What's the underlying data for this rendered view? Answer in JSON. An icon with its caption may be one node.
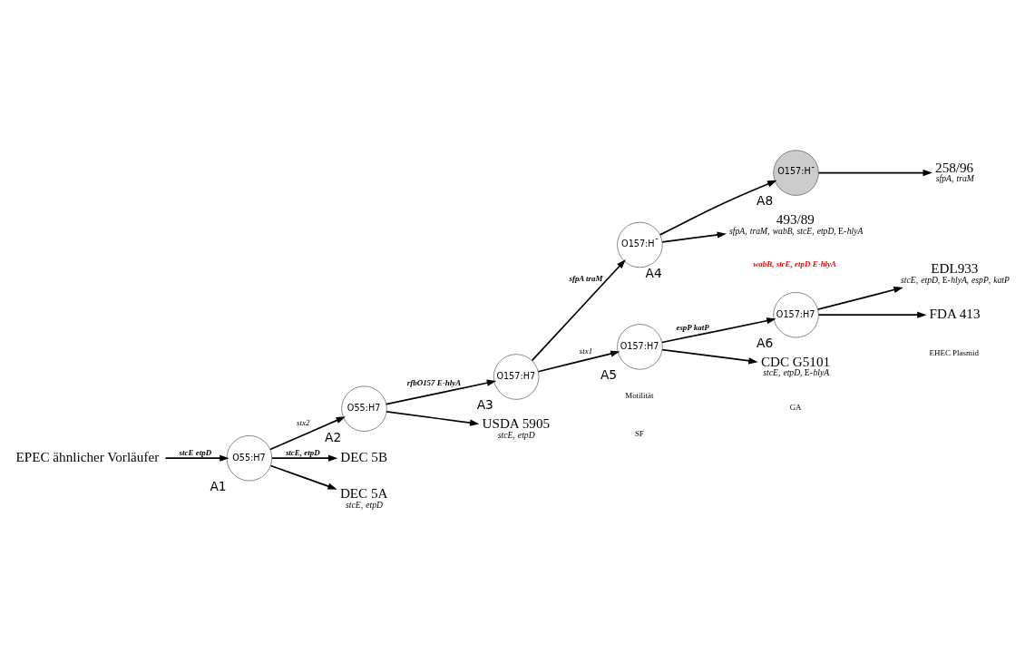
{
  "diagram": {
    "nodes": [
      {
        "text": [
          "EPEC ähnlicher Vorläufer"
        ]
      },
      {
        "text": [
          "O55:H7"
        ],
        "beside": [
          "A1"
        ]
      },
      {
        "text": [
          "O55:H7"
        ],
        "beside": [
          "A2"
        ]
      },
      {
        "text": [
          "O157:H7"
        ],
        "beside": [
          "A3"
        ]
      },
      {
        "text": [
          "O157:H$^{-}$"
        ],
        "beside": [
          "A4"
        ]
      },
      {
        "text": [
          "O157:H7"
        ],
        "beside": [
          "A5"
        ]
      },
      {
        "text": [
          "O157:H7"
        ],
        "beside": [
          "A6"
        ]
      },
      {
        "text": [
          "O157:H$^{-}$"
        ],
        "beside": [
          "A8"
        ]
      },
      {
        "text": [
          "EDL933",
          "*stcE*, *etpD*, E-*hlyA*, *espP*, *katP*"
        ]
      },
      {
        "text": [
          "FDA 413"
        ]
      },
      {
        "text": [
          "CDC G5101",
          "*stcE*, *etpD*, E-*hlyA*"
        ]
      },
      {
        "text": [
          "258/96",
          "*sfpA*, *traM*"
        ]
      },
      {
        "text": [
          "493/89",
          "*sfpA*, *traM*, *wabB*, *stcE*, *etpD*, E-*hlyA*"
        ]
      },
      {
        "text": [
          "USDA 5905",
          "*stcE*, *etpD*"
        ]
      },
      {
        "text": [
          "DEC 5B"
        ]
      },
      {
        "text": [
          "DEC 5A",
          "*stcE*, *etpD*"
        ]
      }
    ],
    "edges": [
      {
        "from": 0,
        "to": 1,
        "arrow": "to",
        "label": "stcE etpD"
      },
      {
        "from": 1,
        "to": 2,
        "arrow": "to",
        "label": "*stx2*"
      },
      {
        "from": 2,
        "to": 3,
        "arrow": "to",
        "label": "rfbO157 E-hlyA"
      },
      {
        "from": 3,
        "to": 4,
        "arrow": "to",
        "label": "sfpA traM"
      },
      {
        "from": 3,
        "to": 5,
        "arrow": "to",
        "label": "*stx1*"
      },
      {
        "from": 5,
        "to": 6,
        "arrow": "to",
        "label": "espP katP"
      },
      {
        "from": 6,
        "to": 8,
        "arrow": "to"
      },
      {
        "from": 6,
        "to": 9,
        "arrow": "to"
      },
      {
        "from": 5,
        "to": 10,
        "arrow": "to"
      },
      {
        "from": 4,
        "to": 7,
        "arrow": "to"
      },
      {
        "from": 7,
        "to": 11,
        "arrow": "to"
      },
      {
        "from": 4,
        "to": 12,
        "arrow": "to"
      },
      {
        "from": 2,
        "to": 13,
        "arrow": "to"
      },
      {
        "from": 1,
        "to": 14,
        "arrow": "to",
        "label": "stcE, etpD"
      },
      {
        "from": 1,
        "to": 15,
        "arrow": "to"
      }
    ],
    "labels": [
      "Motilität",
      "SF",
      "GA",
      "EHEC Plasmid",
      "wabB, stcE, etpD E-hlyA"
    ]
  }
}
